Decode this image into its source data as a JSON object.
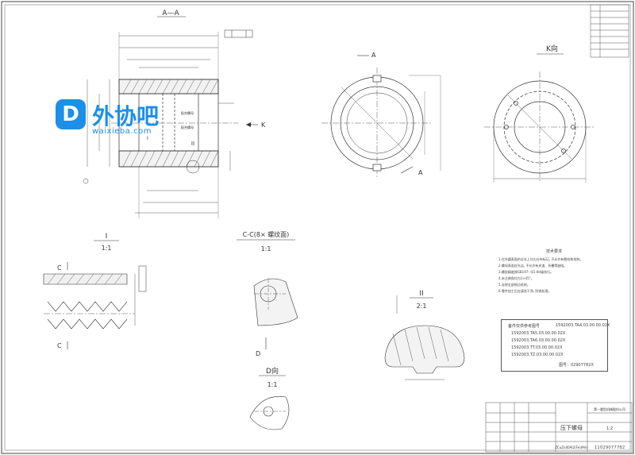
{
  "views": {
    "section_aa": "A—A",
    "view_k": "K向",
    "detail_i_title": "I",
    "detail_i_scale": "1:1",
    "section_cc_title": "C-C(8× 螺纹面)",
    "section_cc_scale": "1:1",
    "detail_ii_title": "II",
    "detail_ii_scale": "2:1",
    "view_d_title": "D向",
    "view_d_scale": "1:1"
  },
  "labels": {
    "k_arrow": "K",
    "a_top": "A",
    "a_bottom": "A",
    "d_arrow": "D",
    "c_top": "C",
    "c_bottom": "C",
    "i_marker": "I",
    "ii_marker": "II",
    "section_note_1": "配合螺母",
    "section_note_2": "配合螺母"
  },
  "notes": {
    "title": "技术要求",
    "items": [
      "1.在外圆表面的全长上均匀分布标记, 不允许有裂纹和毛刺。",
      "2.螺母表面应光洁, 不允许有夹渣、折叠等缺陷。",
      "3.螺纹精度按GB197—81 6H级执行。",
      "4.未注倒角均为1×45°。",
      "5.去除全部锐边毛刺。",
      "6.零件加工后应清洗干净, 防锈处理。"
    ]
  },
  "related": {
    "header": "备件仅供参考图号",
    "items": [
      "1592003.TA4.03.00.00.02X",
      "1592003.TA5.03.00.00.02X",
      "1592003.TA6.03.00.00.02X",
      "1592003.TT.03.00.00.02X",
      "1592003.TZ.03.00.00.02X"
    ],
    "footer": "图号：02907782X"
  },
  "titleblock": {
    "part_name": "压下螺母",
    "material": "ZCuZn40Al2(Fe)(Mn)",
    "company": "第一重型机械股份公司",
    "drawing_number": "11029077782",
    "scale": "1:2"
  },
  "logo": {
    "glyph": "D",
    "name": "外协吧",
    "url": "waixieba.com",
    "color": "#1c8fe8"
  }
}
